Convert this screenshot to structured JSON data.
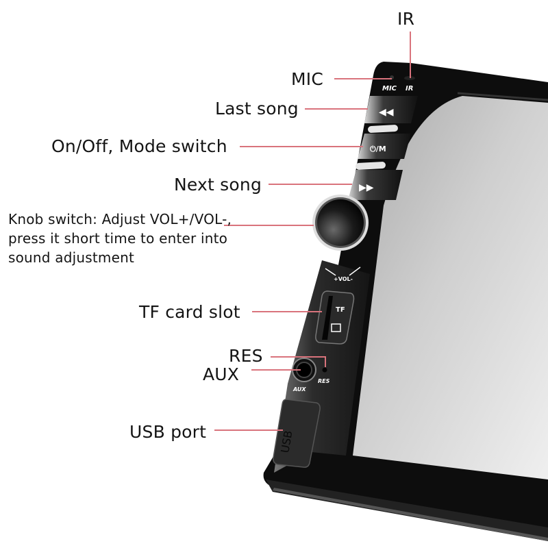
{
  "callouts": {
    "ir": {
      "label": "IR"
    },
    "mic": {
      "label": "MIC"
    },
    "last_song": {
      "label": "Last song"
    },
    "power_mode": {
      "label": "On/Off, Mode switch"
    },
    "next_song": {
      "label": "Next song"
    },
    "knob": {
      "label": "Knob switch: Adjust VOL+/VOL-,\npress it short time to enter into\nsound adjustment"
    },
    "tf_card": {
      "label": "TF card slot"
    },
    "res": {
      "label": "RES"
    },
    "aux": {
      "label": "AUX"
    },
    "usb": {
      "label": "USB port"
    }
  },
  "device": {
    "panel_markings": {
      "mic": "MIC",
      "ir": "IR",
      "prev_icon": "⏮",
      "power_mode": "⏻/M",
      "next_icon": "⏭",
      "vol": "+VOL-",
      "tf": "TF",
      "res": "RES",
      "aux": "AUX",
      "usb": "USB"
    }
  },
  "colors": {
    "leader_line": "#d9737c",
    "bezel": "#0e0e0e",
    "screen": "#c9c9c9",
    "background": "#ffffff"
  }
}
